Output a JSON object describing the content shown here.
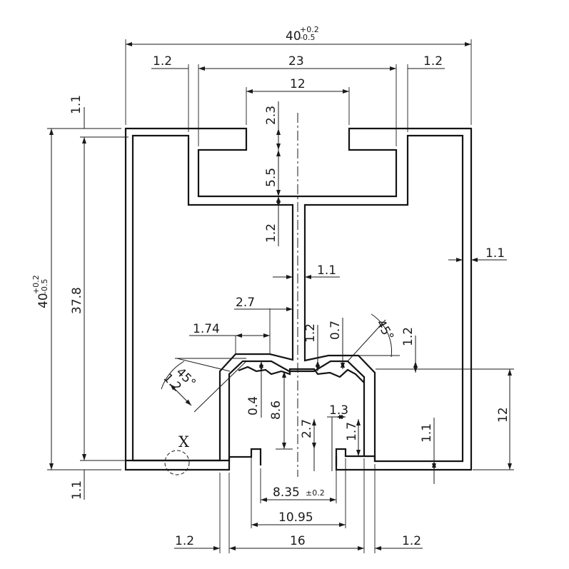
{
  "drawing": {
    "overall_width": "40",
    "overall_width_tol_upper": "+0.2",
    "overall_width_tol_lower": "-0.5",
    "overall_height": "40",
    "overall_height_tol_upper": "+0.2",
    "overall_height_tol_lower": "-0.5",
    "dims": {
      "top_wall_left": "1.2",
      "top_slot_width": "23",
      "top_wall_right": "1.2",
      "top_opening": "12",
      "lip_height": "2.3",
      "slot_depth": "5.5",
      "slot_floor": "1.2",
      "top_offset": "1.1",
      "inner_height": "37.8",
      "right_wall": "1.1",
      "web_thickness": "1.1",
      "web_offset": "2.7",
      "lip_width": "1.74",
      "chamfer_wall": "1.2",
      "chamfer_angle_left": "45°",
      "groove_depth": "0.4",
      "channel_depth": "8.6",
      "shoulder_height": "1.2",
      "notch_depth": "0.7",
      "chamfer_angle_right": "45°",
      "right_step": "1.2",
      "bottom_channel_height": "12",
      "foot_height": "2.7",
      "foot_width": "1.3",
      "foot_thickness": "1.7",
      "bottom_wall_right": "1.1",
      "bottom_offset": "1.1",
      "bottom_opening": "8.35",
      "bottom_opening_tol": "±0.2",
      "bottom_channel_inner": "10.95",
      "bottom_wall_left": "1.2",
      "bottom_channel_width": "16",
      "bottom_wall_right_2": "1.2"
    },
    "detail_marker": "X"
  }
}
